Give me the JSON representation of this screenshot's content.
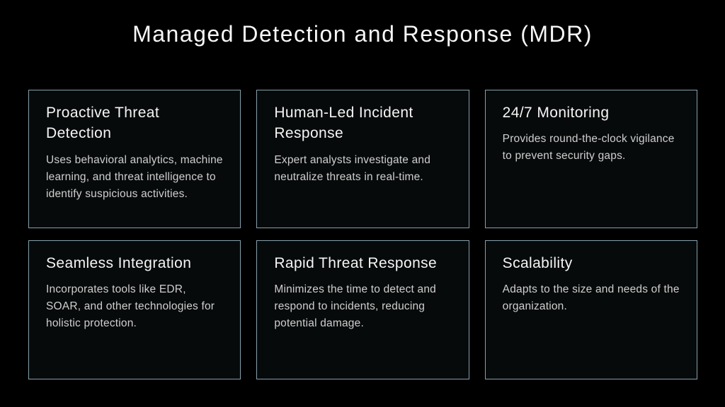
{
  "slide": {
    "title": "Managed Detection and Response (MDR)"
  },
  "cards": [
    {
      "title": "Proactive Threat Detection",
      "body": "Uses behavioral analytics, machine learning, and threat intelligence to identify suspicious activities."
    },
    {
      "title": "Human-Led Incident Response",
      "body": "Expert analysts investigate and neutralize threats in real-time."
    },
    {
      "title": "24/7 Monitoring",
      "body": "Provides round-the-clock vigilance to prevent security gaps."
    },
    {
      "title": "Seamless Integration",
      "body": "Incorporates tools like EDR, SOAR, and other technologies for holistic protection."
    },
    {
      "title": "Rapid Threat Response",
      "body": "Minimizes the time to detect and respond to incidents, reducing potential damage."
    },
    {
      "title": "Scalability",
      "body": "Adapts to the size and needs of the organization."
    }
  ],
  "colors": {
    "background": "#000000",
    "card_background": "#070a0b",
    "card_border": "#87a1ab",
    "heading_text": "#f5f5f5",
    "body_text": "#cfcfcf"
  }
}
